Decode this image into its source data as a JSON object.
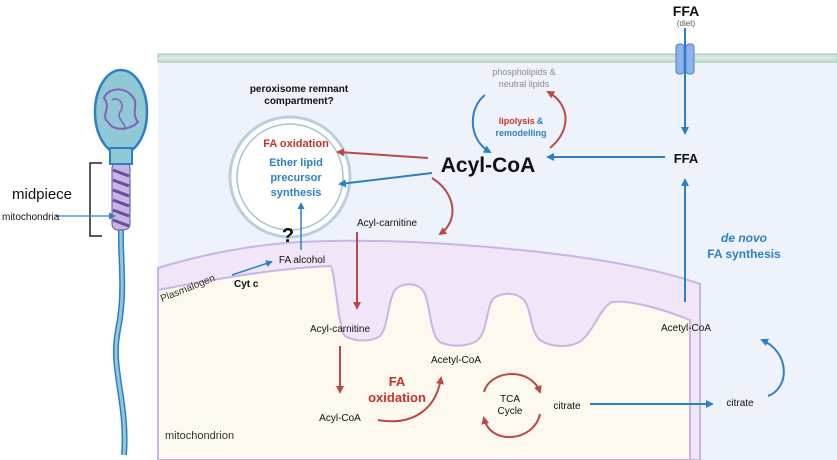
{
  "labels": {
    "midpiece": "midpiece",
    "mitochondria": "mitochondria",
    "ffa_top": "FFA",
    "diet": "(diet)",
    "peroxisome_line1": "peroxisome remnant",
    "peroxisome_line2": "compartment?",
    "phospholipids_line1": "phospholipids &",
    "phospholipids_line2": "neutral lipids",
    "lipolysis_red": "lipolysis",
    "lipolysis_amp": "&",
    "remodelling": "remodelling",
    "fa_oxidation_top": "FA oxidation",
    "ether_line1": "Ether lipid",
    "ether_line2": "precursor",
    "ether_line3": "synthesis",
    "acyl_coa_main": "Acyl-CoA",
    "ffa_right": "FFA",
    "acyl_carnitine_top": "Acyl-carnitine",
    "question_mark": "?",
    "fa_alcohol": "FA alcohol",
    "cyt_c": "Cyt c",
    "plasmalogen": "Plasmalogen",
    "de_novo": "de novo",
    "fa_synthesis": "FA synthesis",
    "acyl_carnitine_mito": "Acyl-carnitine",
    "acetyl_coa_mito": "Acetyl-CoA",
    "fa_ox_mito_line1": "FA",
    "fa_ox_mito_line2": "oxidation",
    "acyl_coa_mito": "Acyl-CoA",
    "tca_line1": "TCA",
    "tca_line2": "Cycle",
    "citrate_mito": "citrate",
    "citrate_cyto": "citrate",
    "acetyl_coa_cyto": "Acetyl-CoA",
    "mitochondrion": "mitochondrion"
  },
  "colors": {
    "blue_arrow": "#2f7fc8",
    "red_arrow": "#b94a48",
    "red_text": "#c8312b",
    "blue_text": "#2f7fc8",
    "cytoplasm": "#eef3fb",
    "mito_matrix": "#fdf9ee",
    "mito_membrane": "#c9b4e6",
    "cell_membrane": "#cfe3d8",
    "sperm_head": "#8fc9d6",
    "sperm_midpiece": "#8a5cb8"
  }
}
